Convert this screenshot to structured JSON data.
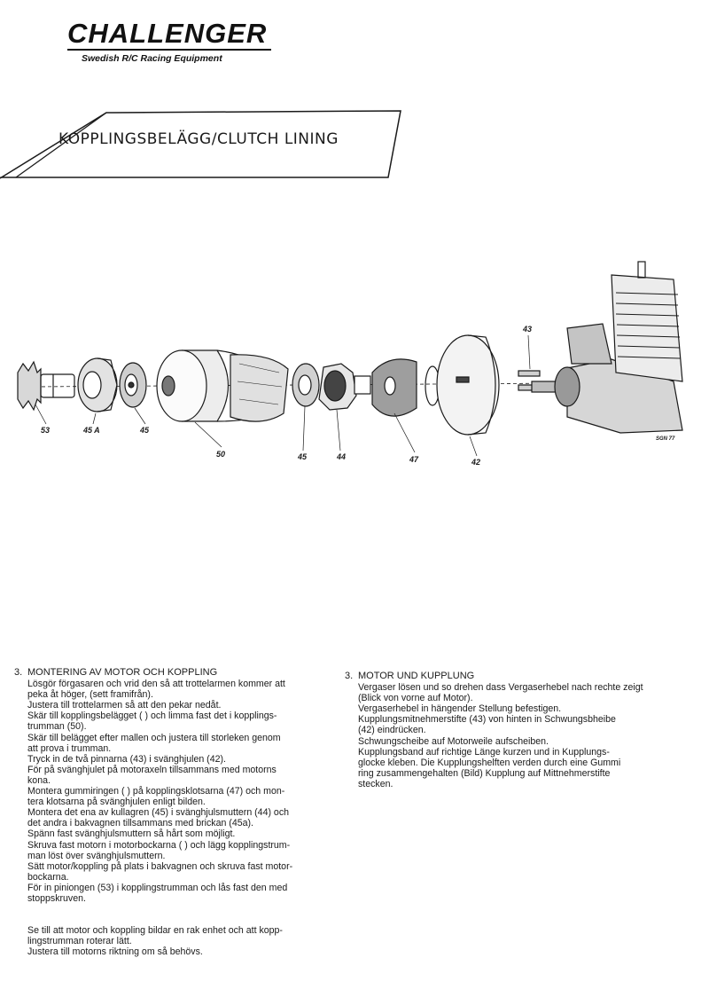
{
  "brand": {
    "name": "CHALLENGER",
    "tagline": "Swedish R/C Racing Equipment"
  },
  "banner": {
    "title": "KOPPLINGSBELÄGG/CLUTCH LINING"
  },
  "diagram": {
    "part_labels": [
      "53",
      "45 A",
      "45",
      "50",
      "45",
      "44",
      "47",
      "42",
      "43"
    ],
    "signature": "SGN 77"
  },
  "instructions_sv": {
    "number": "3.",
    "heading": "MONTERING AV MOTOR OCH KOPPLING",
    "lines": [
      "Lösgör förgasaren och vrid den så att trottelarmen kommer att",
      "peka åt höger, (sett framifrån).",
      "Justera till trottelarmen så att den pekar nedåt.",
      "Skär till kopplingsbelägget (  ) och limma fast det i kopplings-",
      "trumman (50).",
      "Skär till belägget efter mallen och justera till storleken genom",
      "att prova i trumman.",
      "Tryck in de två pinnarna (43) i svänghjulen (42).",
      "För på svänghjulet på motoraxeln tillsammans med motorns",
      "kona.",
      "Montera gummiringen (  ) på kopplingsklotsarna (47) och mon-",
      "tera klotsarna på svänghjulen enligt bilden.",
      "Montera det ena av kullagren (45) i svänghjulsmuttern (44) och",
      "det andra i bakvagnen tillsammans med brickan (45a).",
      "Spänn fast svänghjulsmuttern så hårt som möjligt.",
      "Skruva fast motorn i motorbockarna (  ) och lägg kopplingstrum-",
      "man löst över svänghjulsmuttern.",
      "Sätt motor/koppling på plats i bakvagnen och skruva fast motor-",
      "bockarna.",
      "För in piniongen (53) i kopplingstrumman och lås fast den med",
      "stoppskruven."
    ],
    "footer_lines": [
      "Se till att motor och koppling bildar en rak enhet och att kopp-",
      "lingstrumman roterar lätt.",
      "Justera till motorns riktning om så behövs."
    ]
  },
  "instructions_de": {
    "number": "3.",
    "heading": "MOTOR UND KUPPLUNG",
    "lines": [
      "Vergaser lösen und so drehen dass Vergaserhebel nach rechte zeigt",
      "(Blick von vorne auf Motor).",
      "Vergaserhebel in hängender Stellung befestigen.",
      "Kupplungsmitnehmerstifte (43) von hinten in Schwungsbheibe",
      "(42) eindrücken.",
      "Schwungscheibe auf Motorweile aufscheiben.",
      "Kupplungsband auf richtige Länge kurzen und in Kupplungs-",
      "glocke kleben. Die Kupplungshelften verden durch eine Gummi",
      "ring zusammengehalten (Bild) Kupplung auf Mittnehmerstifte",
      "stecken."
    ]
  }
}
